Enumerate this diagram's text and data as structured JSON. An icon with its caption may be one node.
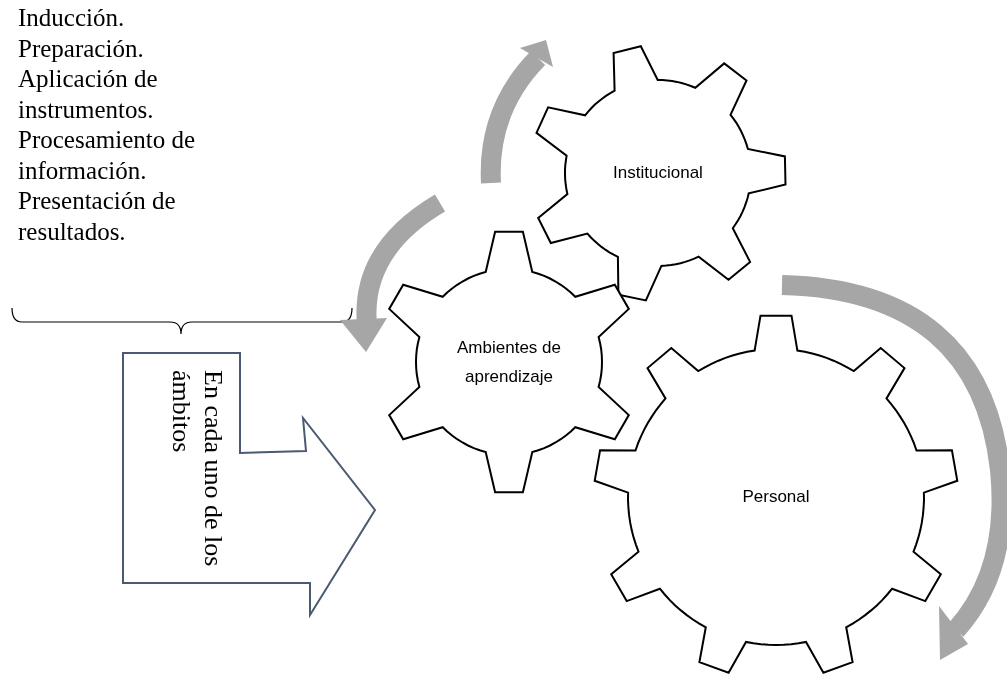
{
  "diagram": {
    "nodes": [
      {
        "text": [
          "Institucional"
        ]
      },
      {
        "text": [
          "Ambientes de aprendizaje"
        ]
      },
      {
        "text": [
          "Personal"
        ]
      },
      {
        "text": [
          "En cada uno de los ámbitos"
        ]
      }
    ],
    "labels": [
      "Inducción.",
      "Preparación.",
      "Aplicación de instrumentos.",
      "Procesamiento de información.",
      "Presentación de resultados."
    ]
  }
}
